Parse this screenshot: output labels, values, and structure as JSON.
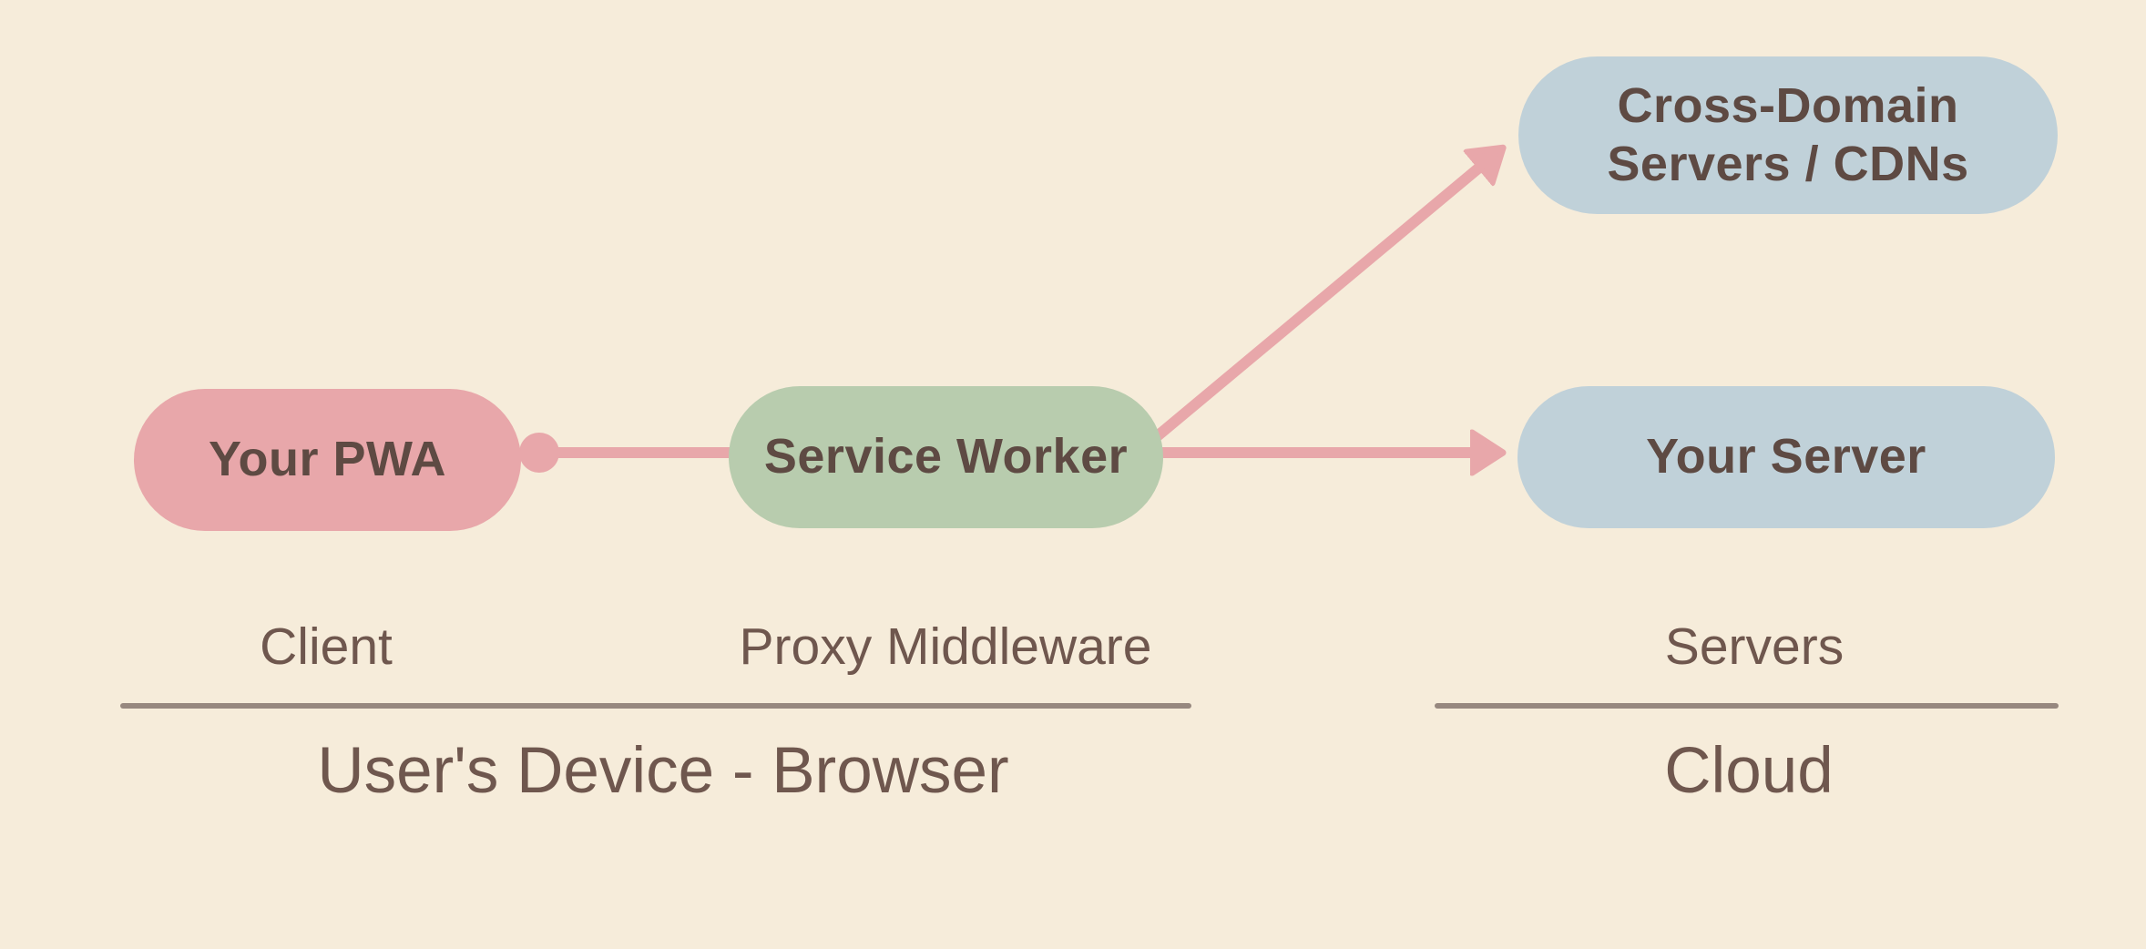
{
  "diagram": {
    "nodes": {
      "pwa": {
        "label": "Your PWA",
        "color": "#e8a7aa"
      },
      "service_worker": {
        "label": "Service Worker",
        "color": "#b8ccae"
      },
      "cross_domain": {
        "label": "Cross-Domain\nServers / CDNs",
        "color": "#c0d1d9"
      },
      "your_server": {
        "label": "Your Server",
        "color": "#c0d1d9"
      }
    },
    "connectors": [
      {
        "from": "pwa",
        "to": "service_worker",
        "style": "dot-line",
        "color": "#e8a7aa"
      },
      {
        "from": "service_worker",
        "to": "cross_domain",
        "style": "arrow",
        "color": "#e8a7aa"
      },
      {
        "from": "service_worker",
        "to": "your_server",
        "style": "arrow",
        "color": "#e8a7aa"
      }
    ],
    "role_labels": {
      "client": "Client",
      "proxy": "Proxy Middleware",
      "servers": "Servers"
    },
    "sections": {
      "device": "User's Device - Browser",
      "cloud": "Cloud"
    },
    "colors": {
      "background": "#f6ecda",
      "node_text": "#5e4a43",
      "label_text": "#6f574e",
      "divider_line": "#97887f",
      "arrow": "#e8a7aa"
    }
  }
}
